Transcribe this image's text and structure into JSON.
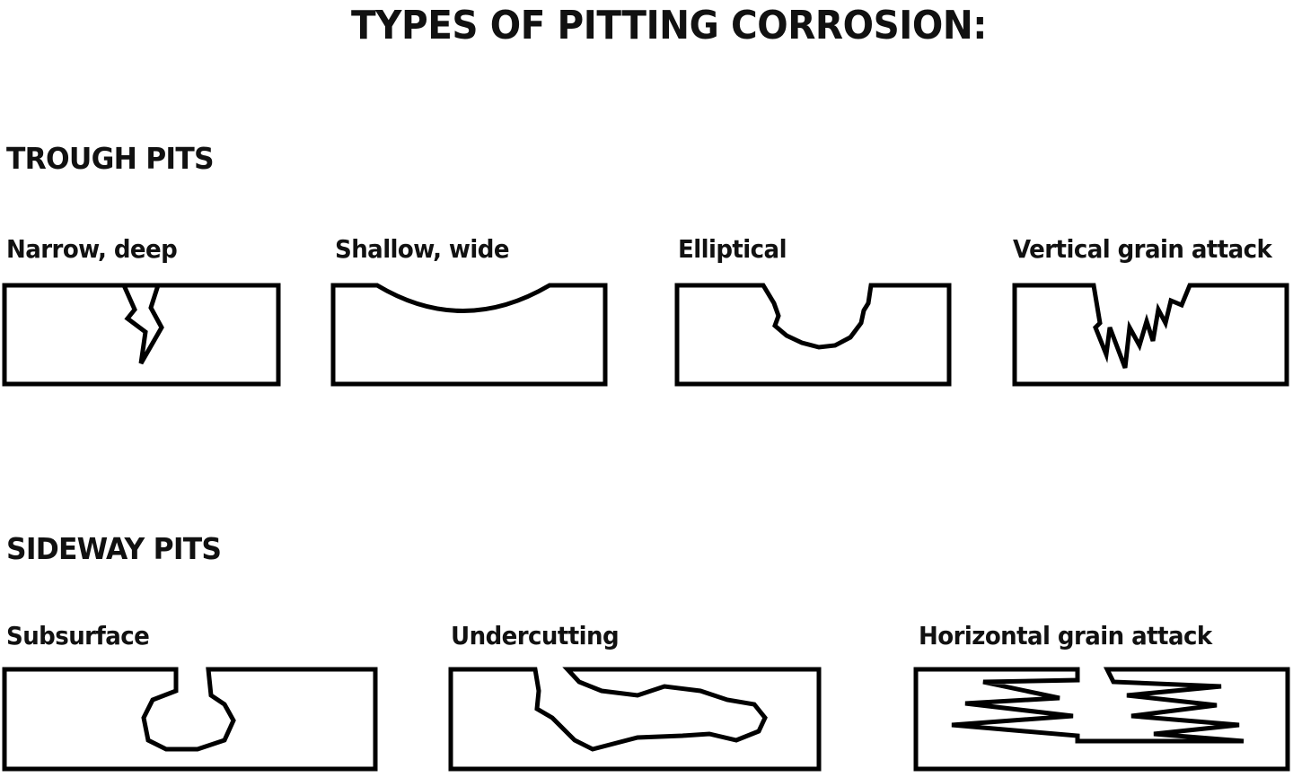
{
  "title": "TYPES OF PITTING CORROSION:",
  "sections": {
    "trough": {
      "heading": "TROUGH PITS",
      "pits": [
        {
          "label": "Narrow, deep",
          "icon": "narrow-deep-pit-icon"
        },
        {
          "label": "Shallow, wide",
          "icon": "shallow-wide-pit-icon"
        },
        {
          "label": "Elliptical",
          "icon": "elliptical-pit-icon"
        },
        {
          "label": "Vertical grain attack",
          "icon": "vertical-grain-attack-pit-icon"
        }
      ]
    },
    "sideway": {
      "heading": "SIDEWAY PITS",
      "pits": [
        {
          "label": "Subsurface",
          "icon": "subsurface-pit-icon"
        },
        {
          "label": "Undercutting",
          "icon": "undercutting-pit-icon"
        },
        {
          "label": "Horizontal grain attack",
          "icon": "horizontal-grain-attack-pit-icon"
        }
      ]
    }
  },
  "colors": {
    "stroke": "#000000",
    "background": "#ffffff"
  }
}
